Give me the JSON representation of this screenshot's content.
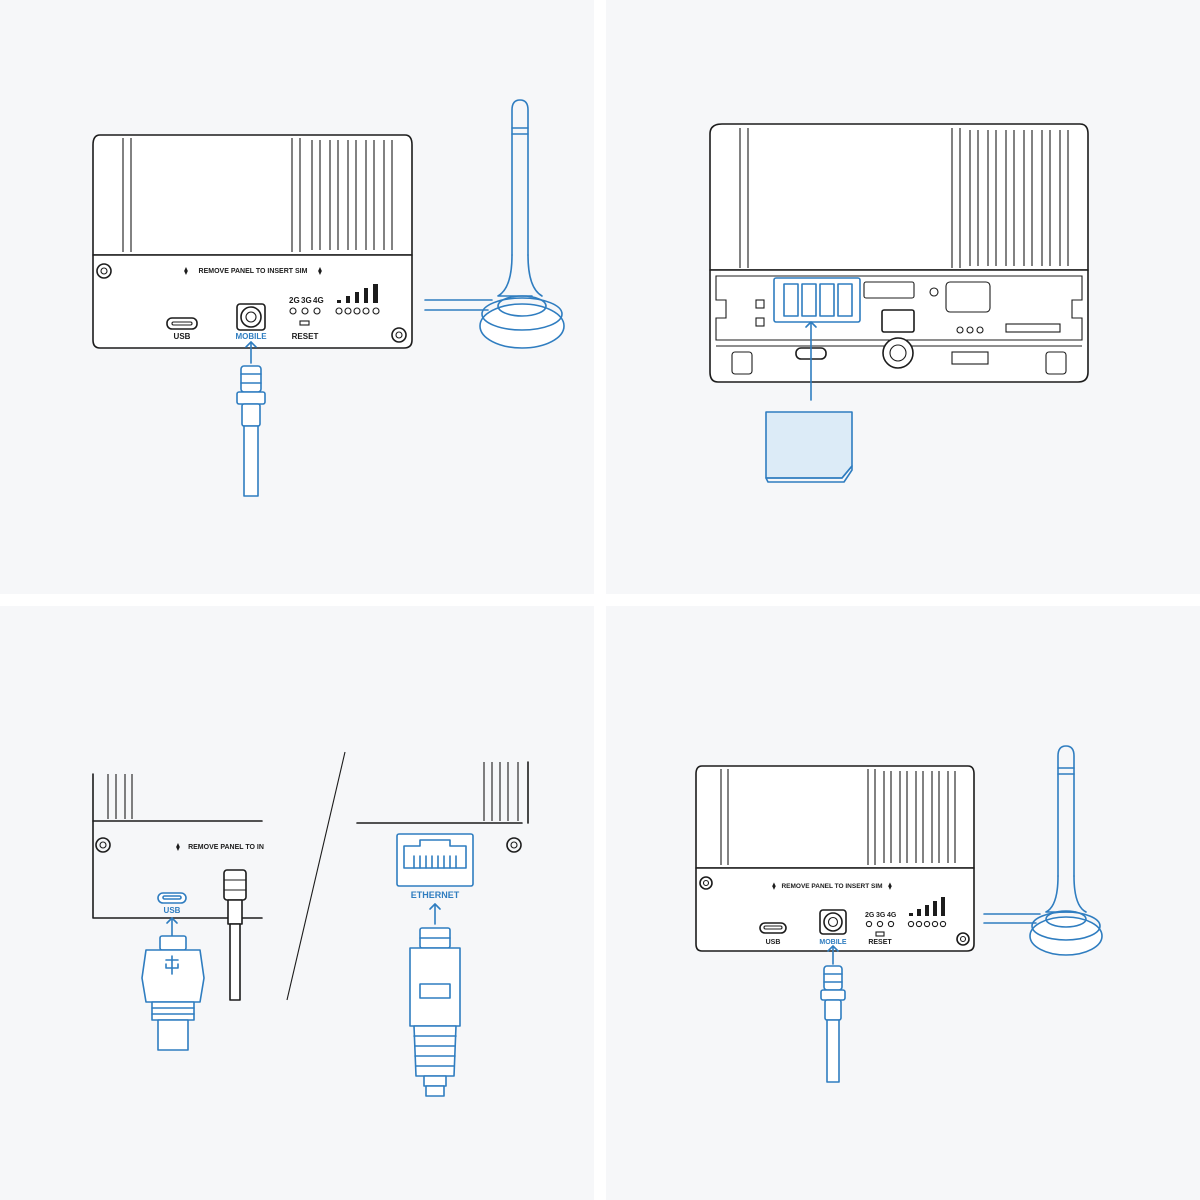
{
  "colors": {
    "background": "#f6f7f9",
    "line": "#1c1c1c",
    "accent": "#2f7dc0",
    "sim_fill": "#dcebf7"
  },
  "front_panel": {
    "remove_panel_text": "REMOVE PANEL TO INSERT SIM",
    "remove_panel_text_cropped": "REMOVE PANEL TO IN",
    "usb_label": "USB",
    "mobile_label": "MOBILE",
    "reset_label": "RESET",
    "led_2g": "2G",
    "led_3g": "3G",
    "led_4g": "4G",
    "ethernet_label": "ETHERNET"
  },
  "icons": {
    "antenna": "antenna-icon",
    "sim_card": "sim-card-icon",
    "usb_plug": "usb-plug-icon",
    "rj45_plug": "rj45-plug-icon",
    "sma_connector": "sma-connector-icon"
  }
}
